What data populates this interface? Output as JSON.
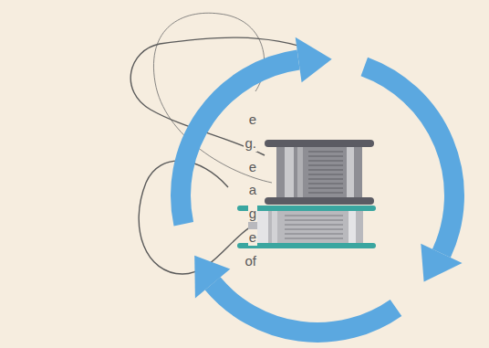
{
  "diagram": {
    "labels": [
      "e",
      "g.",
      "e",
      "a",
      "g",
      "e",
      "of"
    ]
  }
}
